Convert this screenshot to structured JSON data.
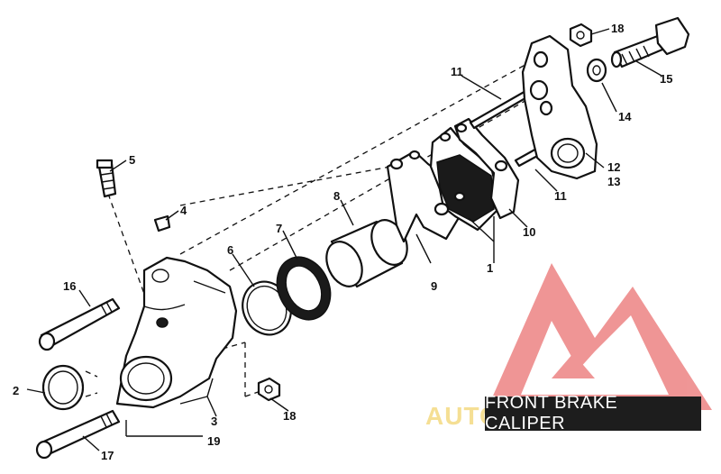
{
  "diagram": {
    "title": "FRONT BRAKE CALIPER",
    "watermark": {
      "text": "AUTOMOTOCLUB",
      "color": "#e24040",
      "icon": "triangle-logo-icon"
    },
    "callouts": {
      "c1": "1",
      "c2": "2",
      "c3": "3",
      "c4": "4",
      "c5": "5",
      "c6": "6",
      "c7": "7",
      "c8": "8",
      "c9": "9",
      "c10": "10",
      "c11a": "11",
      "c11b": "11",
      "c12": "12",
      "c13": "13",
      "c14": "14",
      "c15": "15",
      "c16": "16",
      "c17": "17",
      "c18a": "18",
      "c18b": "18",
      "c19": "19"
    }
  }
}
